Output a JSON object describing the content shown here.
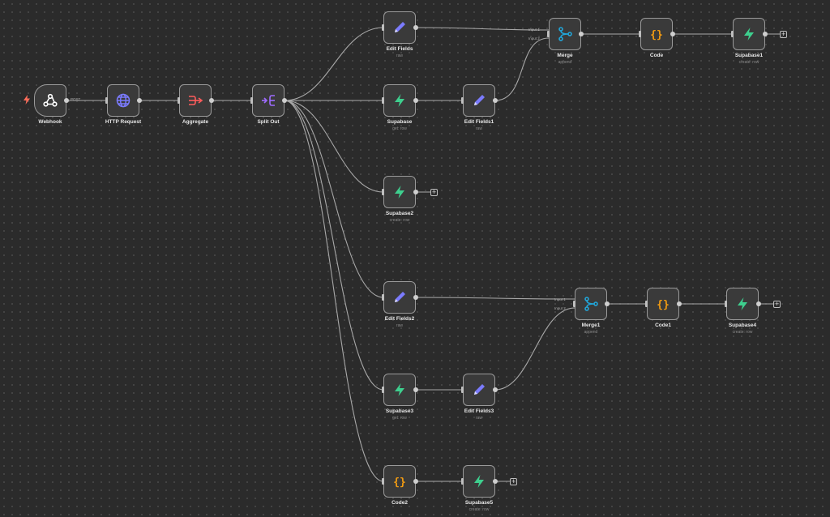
{
  "workflow": {
    "trigger_tag": "POST",
    "add_symbol": "+",
    "input1_label": "Input 1",
    "input2_label": "Input 2",
    "nodes": [
      {
        "id": "webhook",
        "label": "Webhook",
        "sub": "",
        "icon": "webhook-icon",
        "color": "#ffffff"
      },
      {
        "id": "http",
        "label": "HTTP Request",
        "sub": "",
        "icon": "globe-icon",
        "color": "#7b7bff"
      },
      {
        "id": "aggregate",
        "label": "Aggregate",
        "sub": "",
        "icon": "aggregate-icon",
        "color": "#ff5c5c"
      },
      {
        "id": "splitout",
        "label": "Split Out",
        "sub": "",
        "icon": "split-icon",
        "color": "#9e6cff"
      },
      {
        "id": "editfields",
        "label": "Edit Fields",
        "sub": "raw",
        "icon": "pencil-icon",
        "color": "#7b7bff"
      },
      {
        "id": "supabase",
        "label": "Supabase",
        "sub": "get: row",
        "icon": "supabase-icon",
        "color": "#3ecf8e"
      },
      {
        "id": "editfields1",
        "label": "Edit Fields1",
        "sub": "raw",
        "icon": "pencil-icon",
        "color": "#7b7bff"
      },
      {
        "id": "merge",
        "label": "Merge",
        "sub": "append",
        "icon": "merge-icon",
        "color": "#22a5d8"
      },
      {
        "id": "code",
        "label": "Code",
        "sub": "",
        "icon": "code-icon",
        "color": "#f39c12"
      },
      {
        "id": "supabase1",
        "label": "Supabase1",
        "sub": "create: row",
        "icon": "supabase-icon",
        "color": "#3ecf8e"
      },
      {
        "id": "supabase2",
        "label": "Supabase2",
        "sub": "create: row",
        "icon": "supabase-icon",
        "color": "#3ecf8e"
      },
      {
        "id": "editfields2",
        "label": "Edit Fields2",
        "sub": "raw",
        "icon": "pencil-icon",
        "color": "#7b7bff"
      },
      {
        "id": "merge1",
        "label": "Merge1",
        "sub": "append",
        "icon": "merge-icon",
        "color": "#22a5d8"
      },
      {
        "id": "code1",
        "label": "Code1",
        "sub": "",
        "icon": "code-icon",
        "color": "#f39c12"
      },
      {
        "id": "supabase4",
        "label": "Supabase4",
        "sub": "create: row",
        "icon": "supabase-icon",
        "color": "#3ecf8e"
      },
      {
        "id": "supabase3",
        "label": "Supabase3",
        "sub": "get: row",
        "icon": "supabase-icon",
        "color": "#3ecf8e"
      },
      {
        "id": "editfields3",
        "label": "Edit Fields3",
        "sub": "raw",
        "icon": "pencil-icon",
        "color": "#7b7bff"
      },
      {
        "id": "code2",
        "label": "Code2",
        "sub": "",
        "icon": "code-icon",
        "color": "#f39c12"
      },
      {
        "id": "supabase5",
        "label": "Supabase5",
        "sub": "create: row",
        "icon": "supabase-icon",
        "color": "#3ecf8e"
      }
    ]
  },
  "colors": {
    "background": "#2b2b2b",
    "edge": "#a8a8a8",
    "trigger_bolt": "#ff6d5a"
  }
}
